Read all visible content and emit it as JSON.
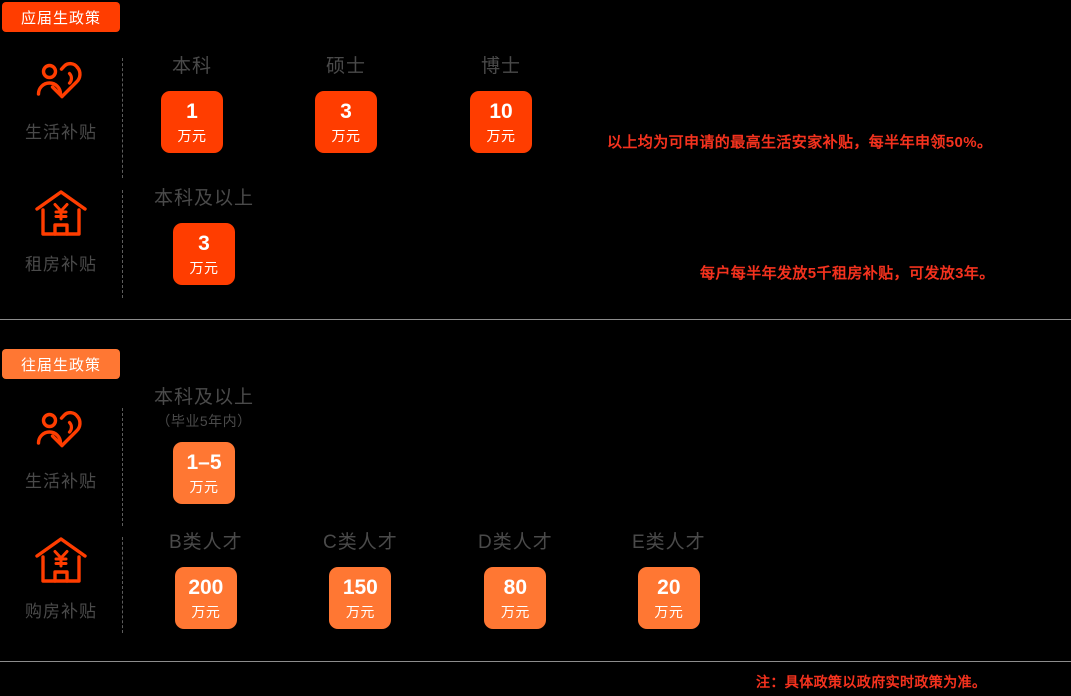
{
  "theme": {
    "background": "#000000",
    "accent_primary": "#FF3D00",
    "accent_secondary": "#FF7733",
    "note_color": "#F4321E",
    "label_color": "#4A4A4A",
    "divider_color": "#8C8C8C"
  },
  "sections": [
    {
      "tag": "应届生政策",
      "rows": [
        {
          "icon": "heart-person-icon",
          "category": "生活补贴",
          "cells": [
            {
              "title": "本科",
              "sub": "",
              "amount": "1",
              "unit": "万元"
            },
            {
              "title": "硕士",
              "sub": "",
              "amount": "3",
              "unit": "万元"
            },
            {
              "title": "博士",
              "sub": "",
              "amount": "10",
              "unit": "万元"
            }
          ],
          "note": "以上均为可申请的最高生活安家补贴，每半年申领50%。"
        },
        {
          "icon": "house-yuan-icon",
          "category": "租房补贴",
          "cells": [
            {
              "title": "本科及以上",
              "sub": "",
              "amount": "3",
              "unit": "万元"
            }
          ],
          "note": "每户每半年发放5千租房补贴，可发放3年。"
        }
      ]
    },
    {
      "tag": "往届生政策",
      "rows": [
        {
          "icon": "heart-person-icon",
          "category": "生活补贴",
          "cells": [
            {
              "title": "本科及以上",
              "sub": "（毕业5年内）",
              "amount": "1–5",
              "unit": "万元"
            }
          ],
          "note": ""
        },
        {
          "icon": "house-yuan-icon",
          "category": "购房补贴",
          "cells": [
            {
              "title": "B类人才",
              "sub": "",
              "amount": "200",
              "unit": "万元"
            },
            {
              "title": "C类人才",
              "sub": "",
              "amount": "150",
              "unit": "万元"
            },
            {
              "title": "D类人才",
              "sub": "",
              "amount": "80",
              "unit": "万元"
            },
            {
              "title": "E类人才",
              "sub": "",
              "amount": "20",
              "unit": "万元"
            }
          ],
          "note": ""
        }
      ]
    }
  ],
  "footnote": "注：具体政策以政府实时政策为准。"
}
